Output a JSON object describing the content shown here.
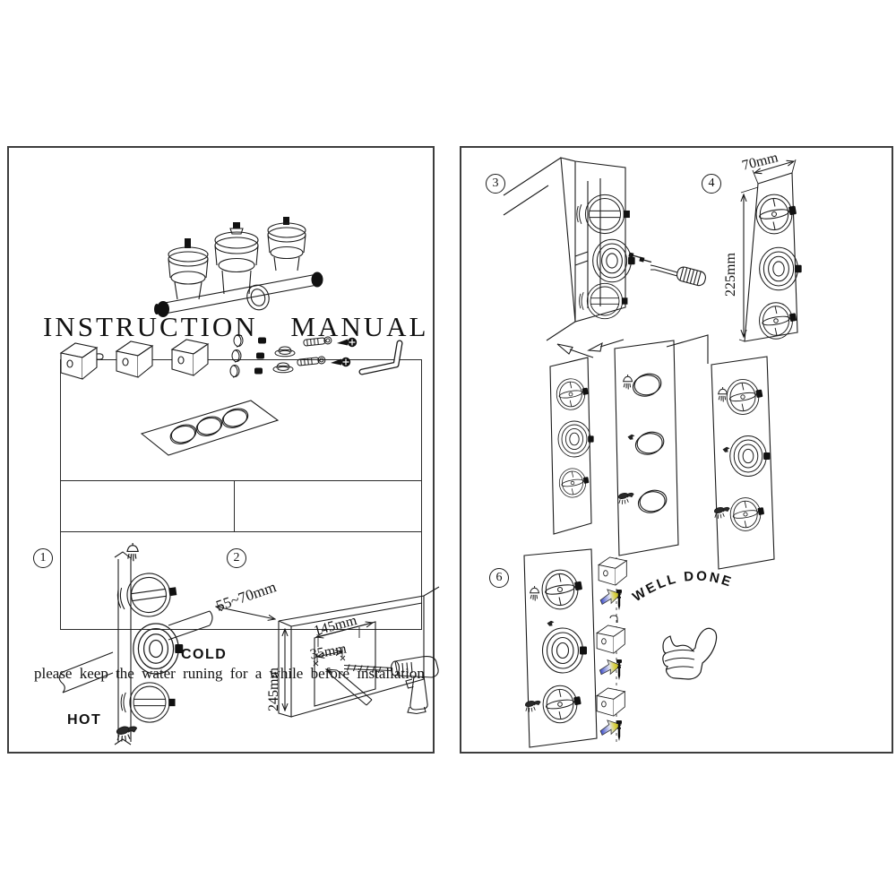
{
  "document": {
    "title": "INSTRUCTION MANUAL",
    "note": "please keep the water runing for a while before installation"
  },
  "steps": {
    "s1": {
      "num": "1"
    },
    "s2": {
      "num": "2"
    },
    "s3": {
      "num": "3"
    },
    "s4": {
      "num": "4"
    },
    "s6": {
      "num": "6"
    }
  },
  "labels": {
    "hot": "HOT",
    "cold": "COLD",
    "well_done": "WELL DONE"
  },
  "dimensions": {
    "recess_depth": "55~70mm",
    "recess_width": "145mm",
    "hole_spacing": "35mm",
    "recess_height": "245mm",
    "trim_width": "70mm",
    "trim_height": "225mm"
  },
  "colors": {
    "line": "#1b1b1b",
    "arrow_blue": "#3848c8",
    "arrow_yellow": "#d8cf3a"
  }
}
